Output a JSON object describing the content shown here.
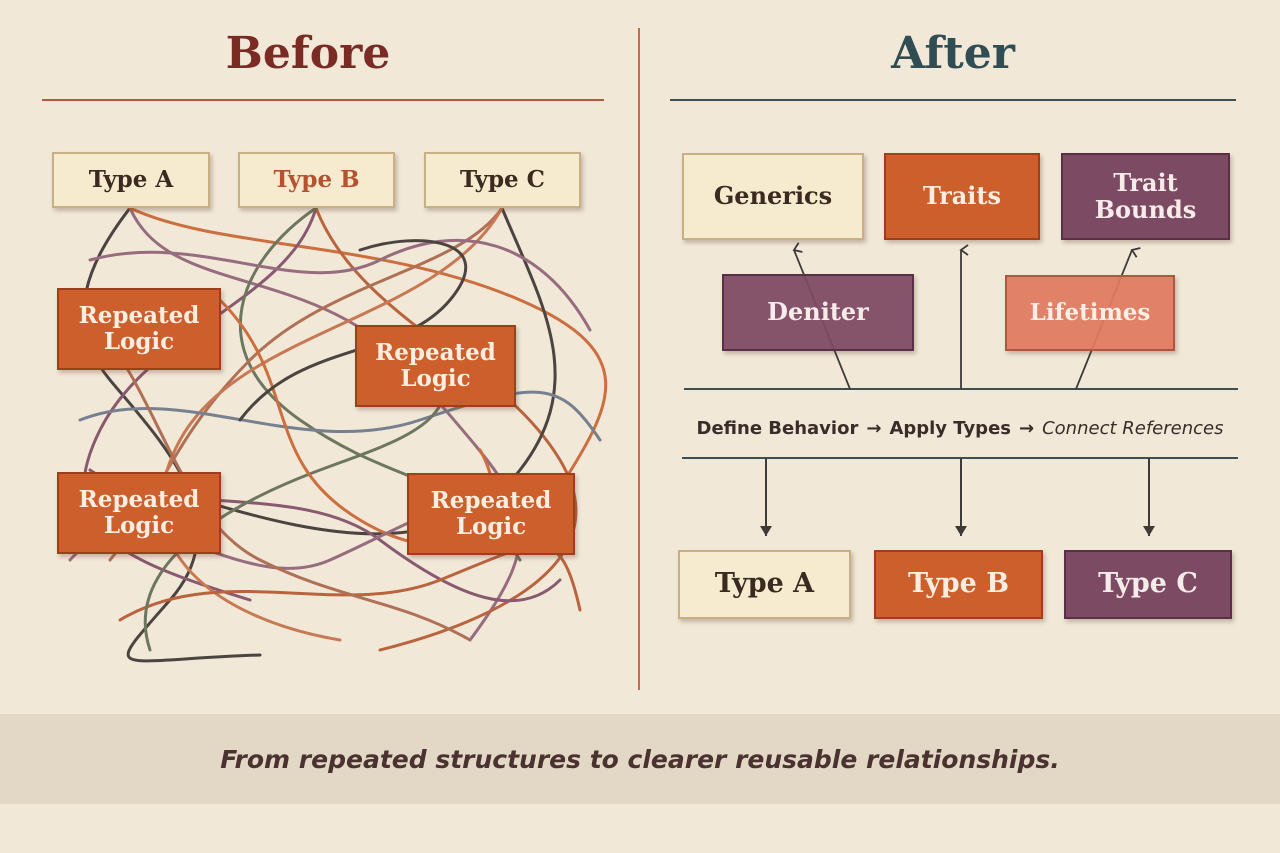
{
  "before": {
    "title": "Before",
    "types": [
      "Type A",
      "Type B",
      "Type C"
    ],
    "repeated": [
      {
        "line1": "Repeated",
        "line2": "Logic"
      },
      {
        "line1": "Repeated",
        "line2": "Logic"
      },
      {
        "line1": "Repeated",
        "line2": "Logic"
      },
      {
        "line1": "Repeated",
        "line2": "Logic"
      }
    ]
  },
  "after": {
    "title": "After",
    "concepts": {
      "generics": "Generics",
      "traits": "Traits",
      "trait_bounds_line1": "Trait",
      "trait_bounds_line2": "Bounds",
      "deniter": "Deniter",
      "lifetimes": "Lifetimes"
    },
    "flow": {
      "step1": "Define Behavior",
      "arrow1": "→",
      "step2": "Apply Types",
      "arrow2": "→",
      "step3": "Connect References"
    },
    "types": [
      "Type A",
      "Type B",
      "Type C"
    ]
  },
  "caption": "From repeated structures to clearer reusable relationships.",
  "colors": {
    "background": "#f1e8d8",
    "before_title": "#7a2c24",
    "after_title": "#2f4d52",
    "orange": "#cd5f2d",
    "plum": "#7d4a64",
    "salmon": "#df7a60",
    "cream": "#f6ebcf"
  }
}
